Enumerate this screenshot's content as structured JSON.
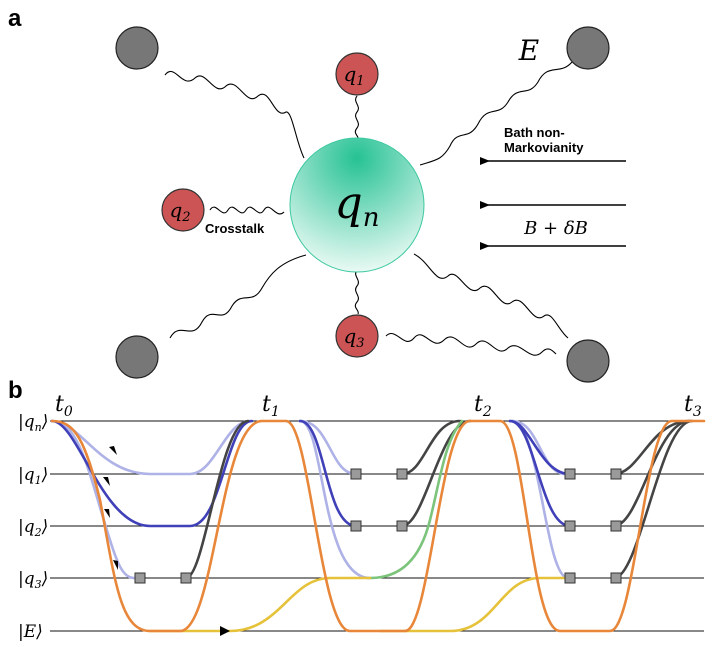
{
  "panel_a": {
    "label": "a",
    "central_qubit": "q",
    "central_sub": "n",
    "neighbors": [
      {
        "main": "q",
        "sub": "1"
      },
      {
        "main": "q",
        "sub": "2"
      },
      {
        "main": "q",
        "sub": "3"
      }
    ],
    "environment_label": "E",
    "annotations": {
      "bath_line1": "Bath non-",
      "bath_line2": "Markovianity",
      "crosstalk": "Crosstalk",
      "field": "B + δB"
    }
  },
  "panel_b": {
    "label": "b",
    "times": [
      {
        "main": "t",
        "sub": "0"
      },
      {
        "main": "t",
        "sub": "1"
      },
      {
        "main": "t",
        "sub": "2"
      },
      {
        "main": "t",
        "sub": "3"
      }
    ],
    "states": [
      {
        "main": "q",
        "sub": "n"
      },
      {
        "main": "q",
        "sub": "1"
      },
      {
        "main": "q",
        "sub": "2"
      },
      {
        "main": "q",
        "sub": "3"
      },
      {
        "main": "E",
        "sub": ""
      }
    ]
  },
  "colors": {
    "central_top": "#2fc79b",
    "central_bottom": "#f3fcf8",
    "neighbor": "#cc5454",
    "environment": "#777777",
    "orange": "#e8873a",
    "dark_blue": "#4040b8",
    "light_blue": "#aeb2e6",
    "dark_gray": "#444444",
    "green": "#7cc47c",
    "yellow": "#e6c23a"
  }
}
